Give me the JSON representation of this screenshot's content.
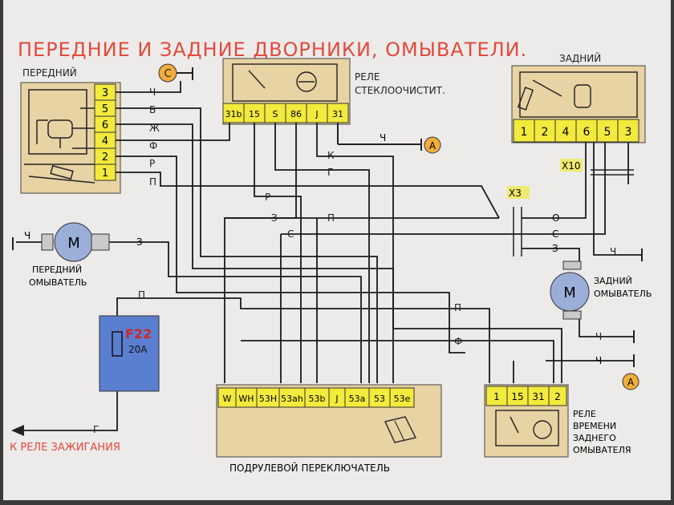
{
  "title": "ПЕРЕДНИЕ И ЗАДНИЕ  ДВОРНИКИ, ОМЫВАТЕЛИ.",
  "front_wiper": {
    "label": "ПЕРЕДНИЙ",
    "pins": [
      "3",
      "5",
      "6",
      "4",
      "2",
      "1"
    ],
    "wires": [
      "Ч",
      "Б",
      "Ж",
      "Ф",
      "Р",
      "П"
    ]
  },
  "ground_c": "С",
  "ground_a": "А",
  "wiper_relay": {
    "label_line1": "РЕЛЕ",
    "label_line2": "СТЕКЛООЧИСТИТ.",
    "pins": [
      "31b",
      "15",
      "S",
      "86",
      "J",
      "31"
    ],
    "wire_ch": "Ч"
  },
  "rear_wiper": {
    "label": "ЗАДНИЙ",
    "pins": [
      "1",
      "2",
      "4",
      "6",
      "5",
      "3"
    ]
  },
  "connectors": {
    "x10": "Х10",
    "x3": "Х3"
  },
  "x3_wires": [
    "О",
    "С",
    "З"
  ],
  "front_washer": {
    "label_line1": "ПЕРЕДНИЙ",
    "label_line2": "ОМЫВАТЕЛЬ",
    "motor": "М",
    "wire_left": "Ч",
    "wire_right": "З"
  },
  "rear_washer": {
    "label_line1": "ЗАДНИЙ",
    "label_line2": "ОМЫВАТЕЛЬ",
    "motor": "М",
    "wire": "Ч"
  },
  "fuse": {
    "name": "F22",
    "rating": "20А"
  },
  "mid_wires": {
    "k": "К",
    "g": "Г",
    "r": "Р",
    "z": "З",
    "p": "П",
    "s": "С",
    "p2": "П",
    "p3": "П",
    "f": "Ф",
    "ch1": "Ч",
    "ch2": "Ч",
    "g2": "Г"
  },
  "ignition": "К РЕЛЕ ЗАЖИГАНИЯ",
  "stalk_switch": {
    "label": "ПОДРУЛЕВОЙ ПЕРЕКЛЮЧАТЕЛЬ",
    "pins": [
      "W",
      "WH",
      "53H",
      "53ah",
      "53b",
      "J",
      "53a",
      "53",
      "53e"
    ]
  },
  "rear_relay": {
    "pins": [
      "1",
      "15",
      "31",
      "2"
    ],
    "label_line1": "РЕЛЕ",
    "label_line2": "ВРЕМЕНИ",
    "label_line3": "ЗАДНЕГО",
    "label_line4": "ОМЫВАТЕЛЯ"
  },
  "colors": {
    "paper": "#ecebea",
    "title": "#e24a3c",
    "block": "#e7d3a3",
    "pin": "#f2ea3c",
    "circle": "#f2ad3c",
    "fuse": "#5b7fd0",
    "wire": "#1a1a1a"
  }
}
